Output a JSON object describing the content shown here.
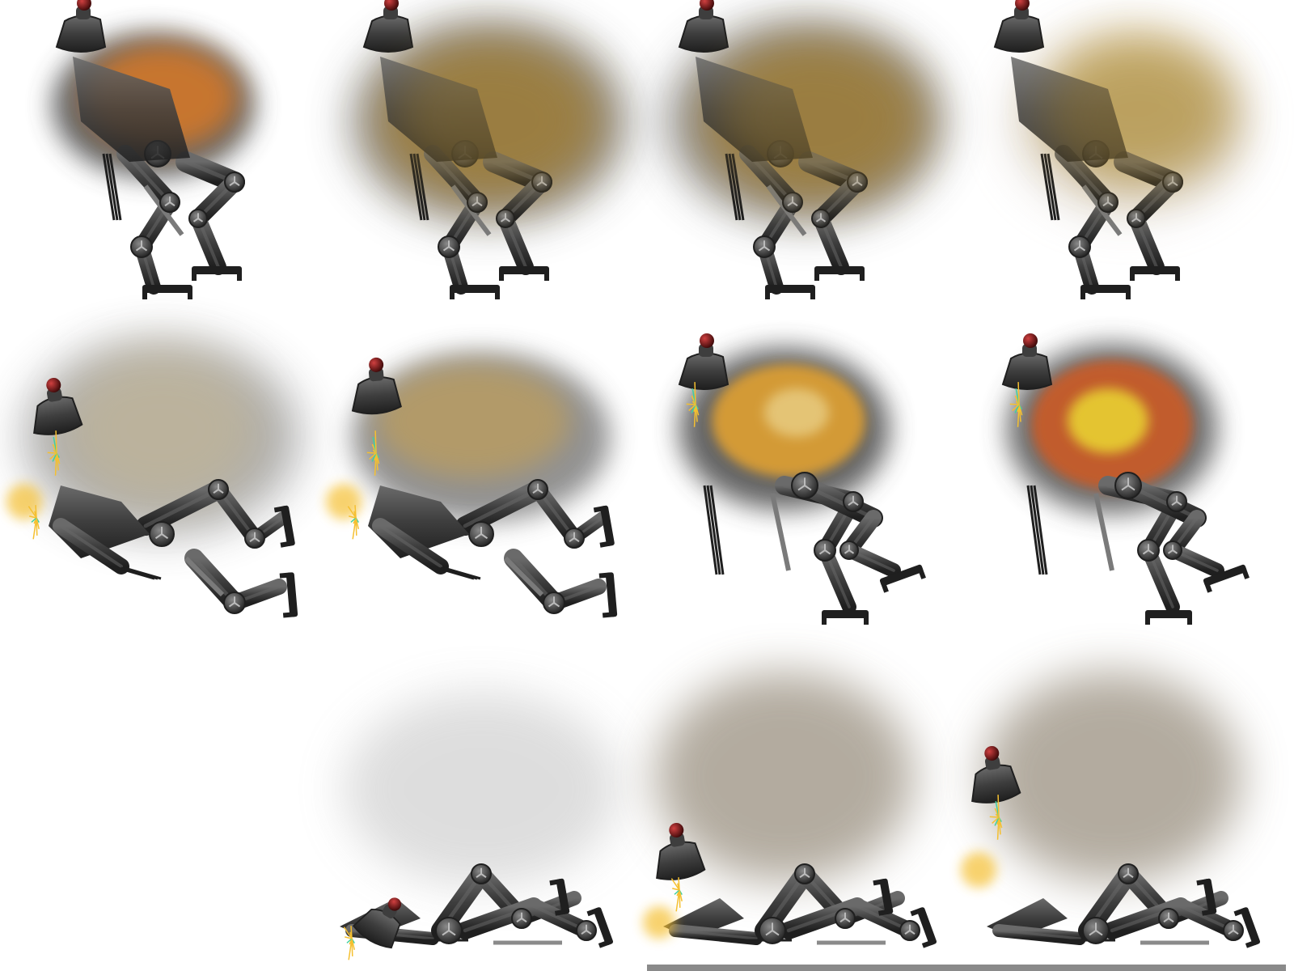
{
  "sprite_sheet": {
    "background": "#ffffff",
    "accent_colors": {
      "metal": "#3e3e3e",
      "metal_dark": "#1f1f1f",
      "metal_light": "#6a6a6a",
      "fire_core": "#e8d030",
      "fire": "#e07a20",
      "smoke": "#4a4a4a",
      "dust": "#9a9080",
      "eye": "#7a1a1a",
      "spark": "#f5c030",
      "ground": "#8a8a8a"
    },
    "frames": [
      {
        "pose": "standing",
        "blast": "fire",
        "head": "attached",
        "sparks": false
      },
      {
        "pose": "standing",
        "blast": "smoke-fire",
        "head": "attached",
        "sparks": false
      },
      {
        "pose": "standing",
        "blast": "smoke-fire",
        "head": "attached",
        "sparks": false
      },
      {
        "pose": "standing",
        "blast": "fading",
        "head": "attached",
        "sparks": false
      },
      {
        "pose": "falling",
        "blast": "dust",
        "head": "detached",
        "sparks": true
      },
      {
        "pose": "falling",
        "blast": "fire-dust",
        "head": "attached",
        "sparks": true
      },
      {
        "pose": "staggering",
        "blast": "fireball",
        "head": "attached",
        "sparks": true
      },
      {
        "pose": "staggering",
        "blast": "explosion",
        "head": "attached",
        "sparks": true
      },
      {
        "pose": "empty",
        "blast": "none",
        "head": "none",
        "sparks": false
      },
      {
        "pose": "collapsed",
        "blast": "haze",
        "head": "detached",
        "sparks": true
      },
      {
        "pose": "collapsed",
        "blast": "dust",
        "head": "detached",
        "sparks": true
      },
      {
        "pose": "collapsed",
        "blast": "dust",
        "head": "detached",
        "sparks": true
      }
    ]
  }
}
